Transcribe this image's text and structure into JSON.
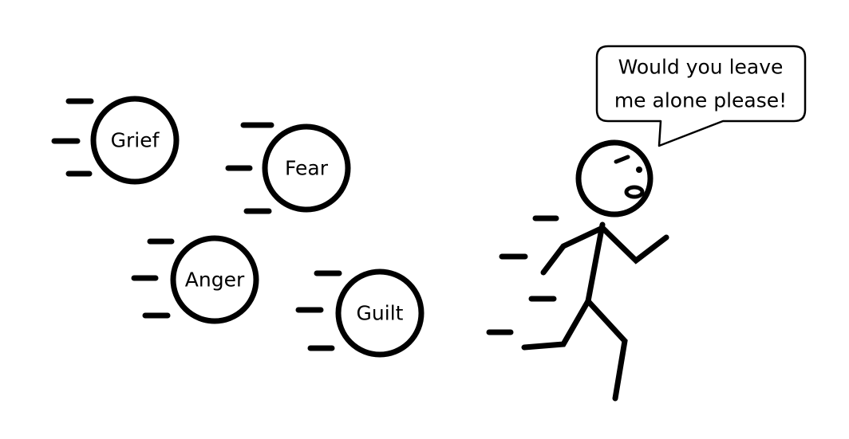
{
  "emotions": [
    {
      "label": "Grief"
    },
    {
      "label": "Fear"
    },
    {
      "label": "Anger"
    },
    {
      "label": "Guilt"
    }
  ],
  "speech_bubble": {
    "line1": "Would you leave",
    "line2": "me alone please!"
  },
  "colors": {
    "stroke": "#000000",
    "background": "#ffffff"
  }
}
